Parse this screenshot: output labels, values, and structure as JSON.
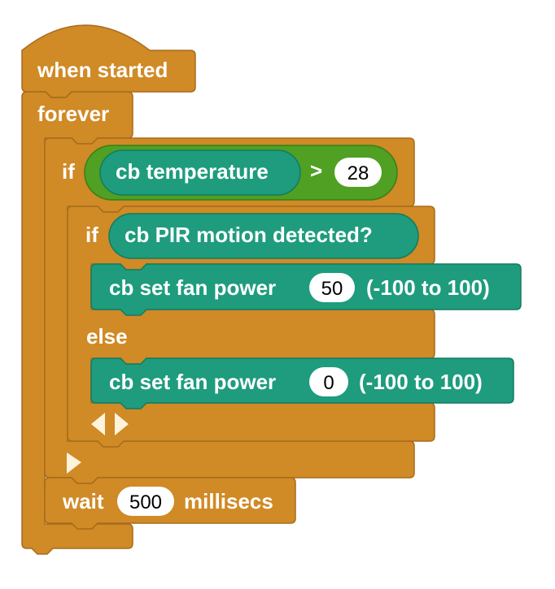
{
  "colors": {
    "control": "#D08A26",
    "control_edge": "#A66C1C",
    "sensor": "#1E9C7D",
    "sensor_edge": "#147A60",
    "operator": "#4FA023",
    "operator_edge": "#3A7E18"
  },
  "script": {
    "hat_label": "when started",
    "forever_label": "forever",
    "if_outer": {
      "keyword": "if",
      "reporter_label": "cb temperature",
      "operator": ">",
      "value": "28"
    },
    "if_inner": {
      "keyword": "if",
      "predicate_label": "cb PIR motion detected?",
      "else_keyword": "else"
    },
    "set_fan_1": {
      "label": "cb set fan power",
      "value": "50",
      "range": "(-100 to 100)"
    },
    "set_fan_2": {
      "label": "cb set fan power",
      "value": "0",
      "range": "(-100 to 100)"
    },
    "wait": {
      "label": "wait",
      "value": "500",
      "unit": "millisecs"
    }
  }
}
